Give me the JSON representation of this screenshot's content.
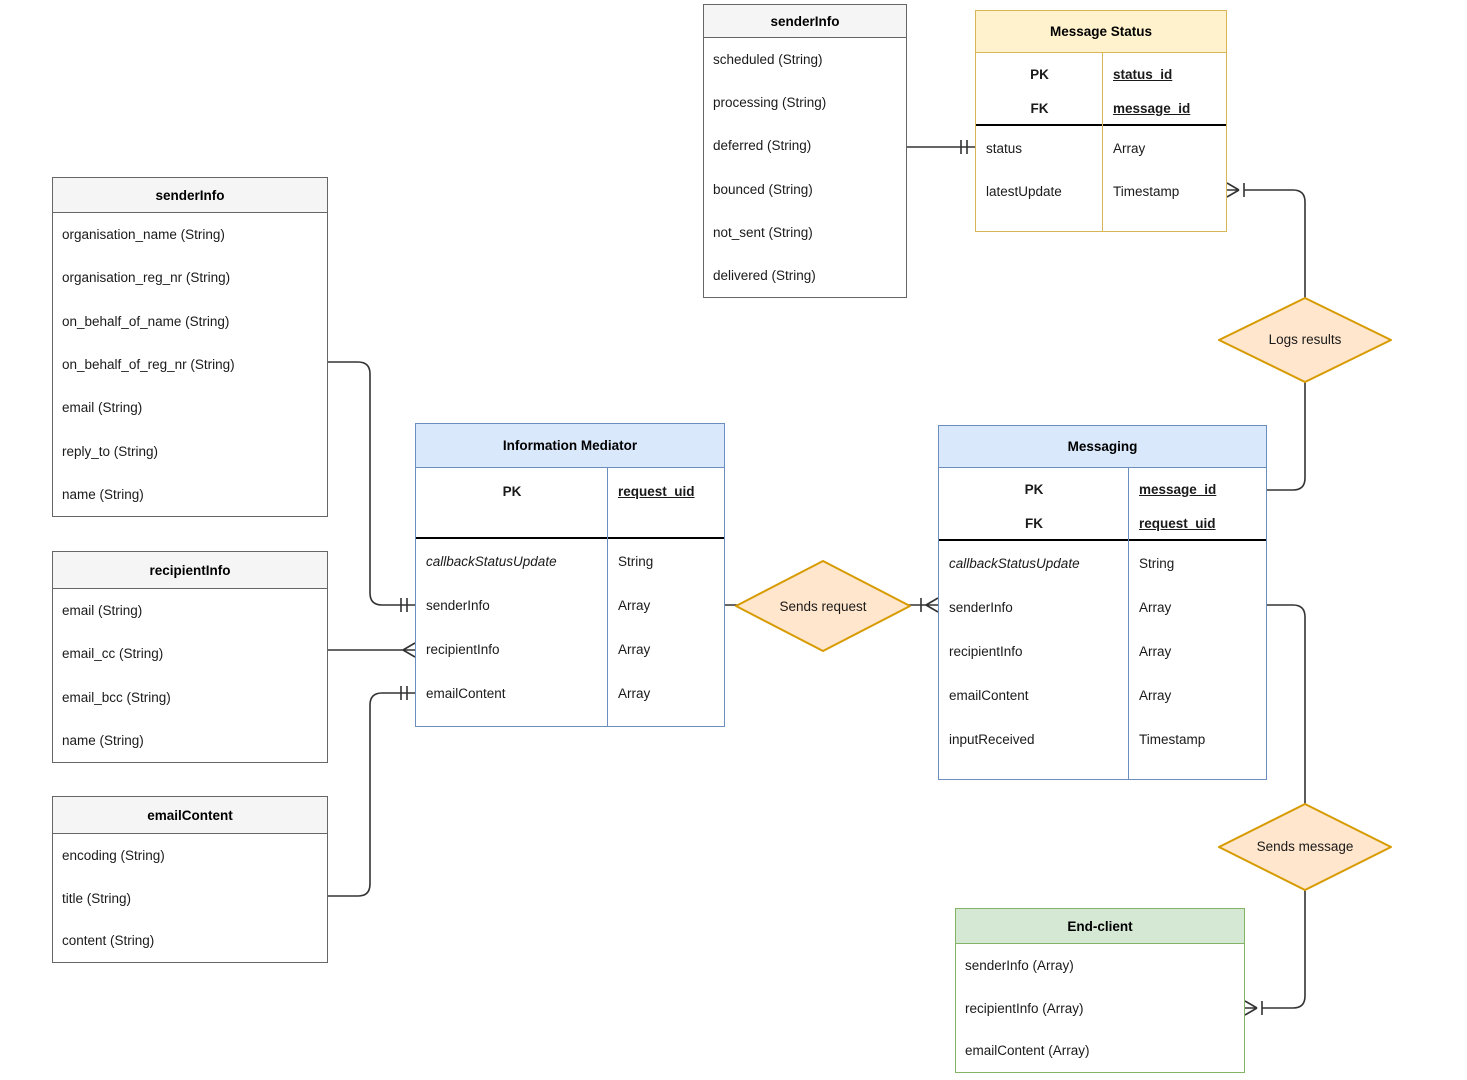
{
  "diagram": {
    "type": "entity-relationship",
    "entities": {
      "status_info": {
        "title": "senderInfo",
        "rows": [
          "scheduled (String)",
          "processing (String)",
          "deferred (String)",
          "bounced (String)",
          "not_sent (String)",
          "delivered (String)"
        ]
      },
      "message_status": {
        "title": "Message Status",
        "keys": [
          {
            "k": "PK",
            "v": "status_id"
          },
          {
            "k": "FK",
            "v": "message_id"
          }
        ],
        "attrs": [
          {
            "n": "status",
            "t": "Array"
          },
          {
            "n": "latestUpdate",
            "t": "Timestamp"
          }
        ]
      },
      "sender_info": {
        "title": "senderInfo",
        "rows": [
          "organisation_name (String)",
          "organisation_reg_nr (String)",
          "on_behalf_of_name (String)",
          "on_behalf_of_reg_nr (String)",
          "email (String)",
          "reply_to (String)",
          "name (String)"
        ]
      },
      "recipient_info": {
        "title": "recipientInfo",
        "rows": [
          "email (String)",
          "email_cc (String)",
          "email_bcc (String)",
          "name (String)"
        ]
      },
      "email_content": {
        "title": "emailContent",
        "rows": [
          "encoding (String)",
          "title (String)",
          "content (String)"
        ]
      },
      "information_mediator": {
        "title": "Information Mediator",
        "keys": [
          {
            "k": "PK",
            "v": "request_uid"
          }
        ],
        "attrs": [
          {
            "n": "callbackStatusUpdate",
            "t": "String"
          },
          {
            "n": "senderInfo",
            "t": "Array"
          },
          {
            "n": "recipientInfo",
            "t": "Array"
          },
          {
            "n": "emailContent",
            "t": "Array"
          }
        ]
      },
      "messaging": {
        "title": "Messaging",
        "keys": [
          {
            "k": "PK",
            "v": "message_id"
          },
          {
            "k": "FK",
            "v": "request_uid"
          }
        ],
        "attrs": [
          {
            "n": "callbackStatusUpdate",
            "t": "String"
          },
          {
            "n": "senderInfo",
            "t": "Array"
          },
          {
            "n": "recipientInfo",
            "t": "Array"
          },
          {
            "n": "emailContent",
            "t": "Array"
          },
          {
            "n": "inputReceived",
            "t": "Timestamp"
          }
        ]
      },
      "end_client": {
        "title": "End-client",
        "rows": [
          "senderInfo (Array)",
          "recipientInfo (Array)",
          "emailContent (Array)"
        ]
      }
    },
    "relationships": {
      "logs_results": "Logs results",
      "sends_request": "Sends request",
      "sends_message": "Sends message"
    },
    "colors": {
      "gray_fill": "#F5F5F5",
      "gray_border": "#666666",
      "yellow_fill": "#FFF2CC",
      "yellow_border": "#D6B656",
      "blue_fill": "#DAE8FC",
      "blue_border": "#6C8EBF",
      "green_fill": "#D5E8D4",
      "green_border": "#82B366",
      "diamond_fill": "#FFE6CC",
      "diamond_border": "#D79B00",
      "line": "#333333"
    }
  }
}
